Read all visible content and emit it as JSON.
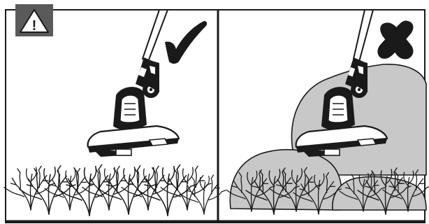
{
  "warning": {
    "icon": "warning-triangle-icon",
    "glyph": "!",
    "badge_color": "#5a5a5a"
  },
  "panels": [
    {
      "id": "correct",
      "status_icon": "check-icon",
      "scene": "trimmer-above-grass"
    },
    {
      "id": "incorrect",
      "status_icon": "cross-icon",
      "scene": "trimmer-against-shrubs"
    }
  ],
  "colors": {
    "ink": "#1a1a1a",
    "shrub_fill": "#c8c8c8",
    "paper": "#ffffff"
  }
}
